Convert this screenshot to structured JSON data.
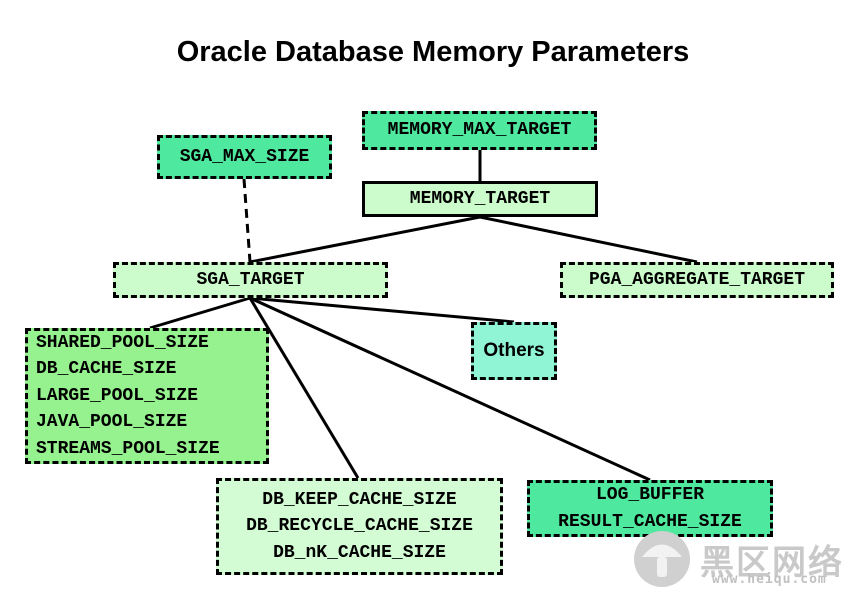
{
  "title": "Oracle Database Memory Parameters",
  "colors": {
    "medium_green": "#4fe89f",
    "light_green": "#ccfccc",
    "mid_green": "#96f28e",
    "pale_green": "#d4fcd4",
    "aqua": "#8ff5d5",
    "line": "#000000"
  },
  "nodes": {
    "memory_max_target": "MEMORY_MAX_TARGET",
    "memory_target": "MEMORY_TARGET",
    "sga_max_size": "SGA_MAX_SIZE",
    "sga_target": "SGA_TARGET",
    "pga_aggregate_target": "PGA_AGGREGATE_TARGET",
    "others": "Others",
    "pools": [
      "SHARED_POOL_SIZE",
      "DB_CACHE_SIZE",
      "LARGE_POOL_SIZE",
      "JAVA_POOL_SIZE",
      "STREAMS_POOL_SIZE"
    ],
    "caches": [
      "DB_KEEP_CACHE_SIZE",
      "DB_RECYCLE_CACHE_SIZE",
      "DB_nK_CACHE_SIZE"
    ],
    "buffers": [
      "LOG_BUFFER",
      "RESULT_CACHE_SIZE"
    ]
  },
  "watermark": {
    "text": "黑区网络",
    "url": "www.heiqu.com"
  }
}
